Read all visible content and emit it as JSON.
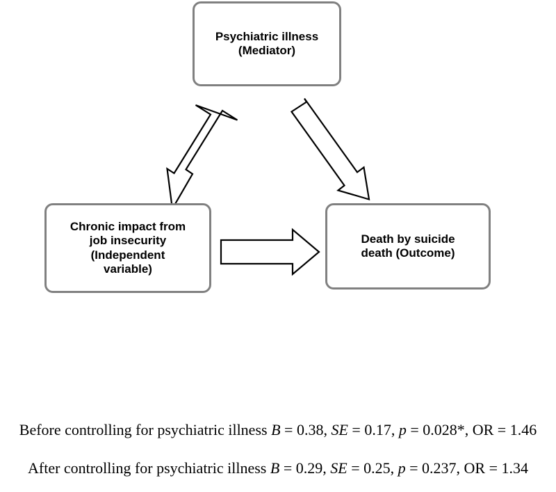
{
  "diagram": {
    "type": "mediation-model",
    "nodes": [
      {
        "id": "mediator",
        "label": "Psychiatric illness\n(Mediator)",
        "role": "Mediator"
      },
      {
        "id": "independent",
        "label": "Chronic impact from\njob insecurity\n(Independent\nvariable)",
        "role": "Independent variable"
      },
      {
        "id": "outcome",
        "label": "Death by suicide\ndeath (Outcome)",
        "role": "Outcome"
      }
    ],
    "edges": [
      {
        "id": "a-path",
        "from": "independent",
        "to": "mediator",
        "direction": "up-right"
      },
      {
        "id": "b-path",
        "from": "mediator",
        "to": "outcome",
        "direction": "down-right"
      },
      {
        "id": "c-path",
        "from": "independent",
        "to": "outcome",
        "direction": "right"
      }
    ],
    "box_border_color": "#808080",
    "arrow_stroke_color": "#000000",
    "arrow_fill_color": "#ffffff"
  },
  "statistics": {
    "before": {
      "prefix": "Before controlling for psychiatric illness ",
      "b_symbol": "B",
      "b_value": " = 0.38, ",
      "se_symbol": "SE",
      "se_value": " = 0.17, ",
      "p_symbol": "p",
      "p_value": " = 0.028*, OR = 1.46",
      "full_text": "Before controlling for psychiatric illness B = 0.38, SE = 0.17, p = 0.028*, OR = 1.46"
    },
    "after": {
      "prefix": "After controlling for psychiatric illness ",
      "b_symbol": "B",
      "b_value": " = 0.29, ",
      "se_symbol": "SE",
      "se_value": " = 0.25, ",
      "p_symbol": "p",
      "p_value": " = 0.237, OR = 1.34",
      "full_text": "After controlling for psychiatric illness B = 0.29, SE = 0.25, p = 0.237, OR = 1.34"
    }
  }
}
